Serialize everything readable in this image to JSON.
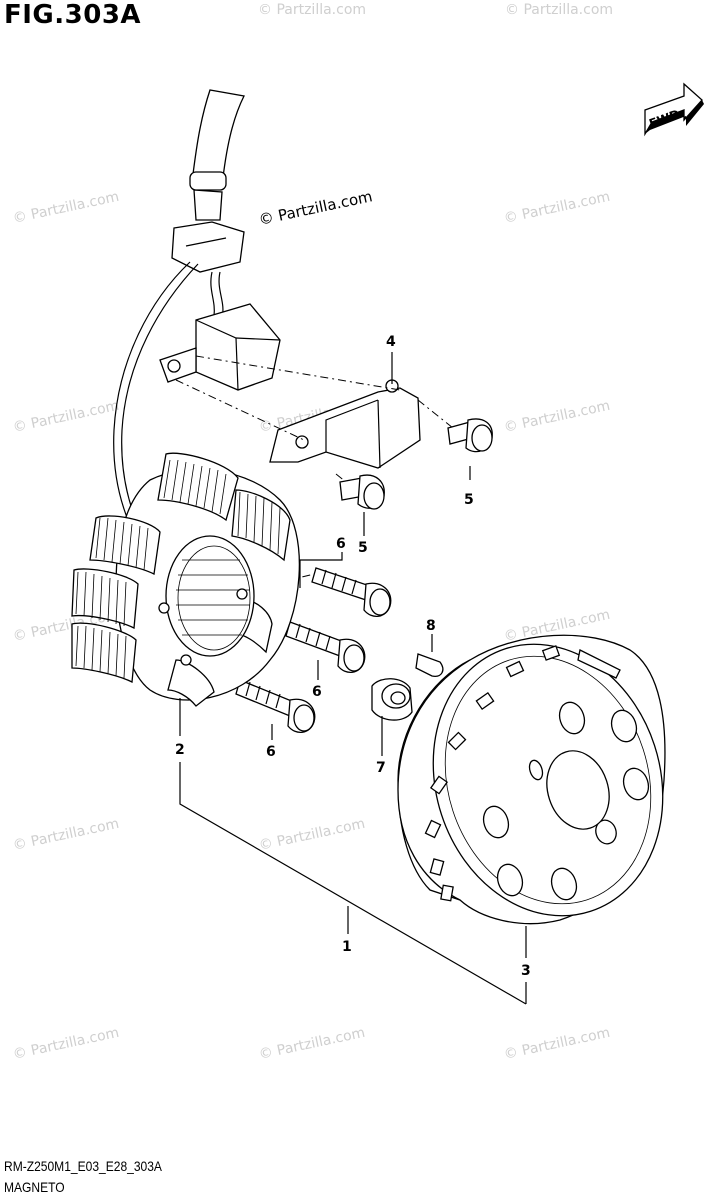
{
  "figure_title": "FIG.303A",
  "fwd_label": "FWD",
  "copyright_center": "© Partzilla.com",
  "watermark_text": "© Partzilla.com",
  "callouts": {
    "c1": "1",
    "c2": "2",
    "c3": "3",
    "c4": "4",
    "c5a": "5",
    "c5b": "5",
    "c6a": "6",
    "c6b": "6",
    "c6c": "6",
    "c7": "7",
    "c8": "8"
  },
  "footer": {
    "code": "RM-Z250M1_E03_E28_303A",
    "name": "MAGNETO"
  }
}
